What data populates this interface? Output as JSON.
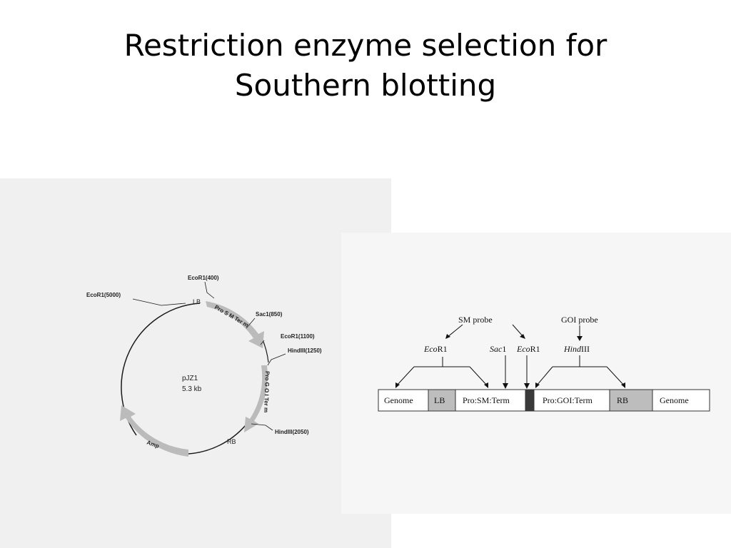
{
  "slide": {
    "title_line1": "Restriction enzyme selection for",
    "title_line2": "Southern blotting"
  },
  "plasmid_map": {
    "name": "pJZ1",
    "size": "5.3 kb",
    "left_border": "LB",
    "right_border": "RB",
    "sites": [
      {
        "label": "EcoR1(400)"
      },
      {
        "label": "EcoR1(5000)"
      },
      {
        "label": "Sac1(850)"
      },
      {
        "label": "EcoR1(1100)"
      },
      {
        "label": "HindIII(1250)"
      },
      {
        "label": "HindIII(2050)"
      }
    ],
    "features": [
      {
        "label": "Pro S M Ter m"
      },
      {
        "label": "Pro G O I Ter m"
      },
      {
        "label": "Amp"
      }
    ]
  },
  "construct_map": {
    "probes": [
      {
        "label": "SM probe"
      },
      {
        "label": "GOI probe"
      }
    ],
    "enzymes": [
      {
        "italic": "Eco",
        "roman": "R1"
      },
      {
        "italic": "Sac",
        "roman": "1"
      },
      {
        "italic": "Eco",
        "roman": "R1"
      },
      {
        "italic": "Hind",
        "roman": "III"
      }
    ],
    "segments": [
      {
        "label": "Genome"
      },
      {
        "label": "LB"
      },
      {
        "label": "Pro:SM:Term"
      },
      {
        "label": ""
      },
      {
        "label": "Pro:GOI:Term"
      },
      {
        "label": "RB"
      },
      {
        "label": "Genome"
      }
    ],
    "colors": {
      "border_box": "#bdbdbd",
      "junction": "#3a3a3a",
      "plain_box": "#ffffff"
    }
  }
}
